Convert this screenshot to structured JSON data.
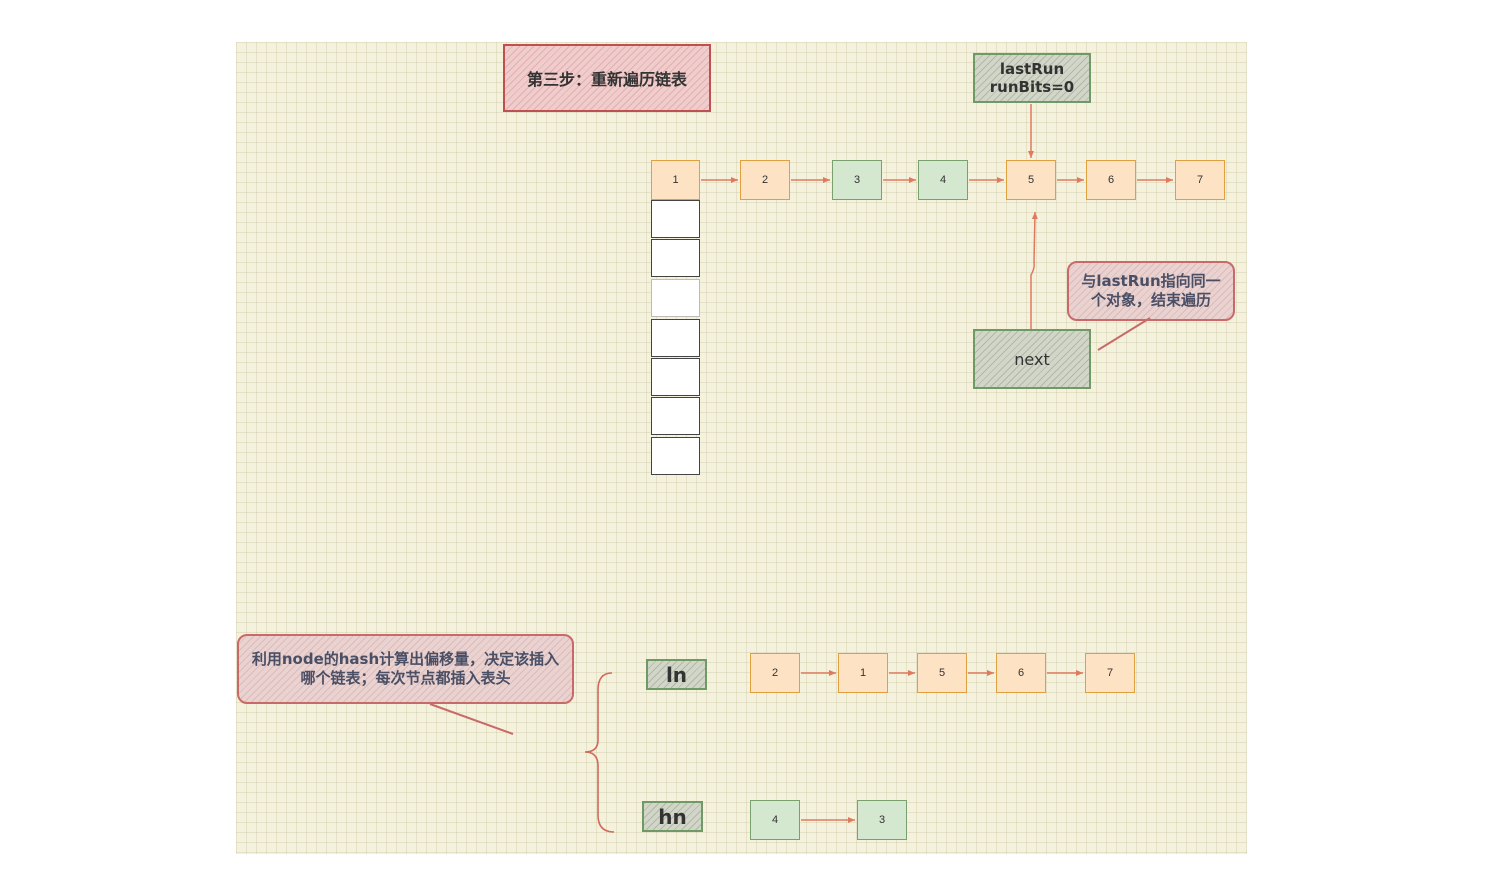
{
  "title": "第三步：重新遍历链表",
  "last_run_box": {
    "line1": "lastRun",
    "line2": "runBits=0"
  },
  "next_label": "next",
  "callout_last_run": "与lastRun指向同一个对象，结束遍历",
  "callout_hash": "利用node的hash计算出偏移量，决定该插入哪个链表；每次节点都插入表头",
  "head_node": "1",
  "chain_nodes": [
    {
      "label": "2",
      "color": "orange"
    },
    {
      "label": "3",
      "color": "green"
    },
    {
      "label": "4",
      "color": "green"
    },
    {
      "label": "5",
      "color": "orange"
    },
    {
      "label": "6",
      "color": "orange"
    },
    {
      "label": "7",
      "color": "orange"
    }
  ],
  "ln": {
    "label": "ln",
    "nodes": [
      "2",
      "1",
      "5",
      "6",
      "7"
    ]
  },
  "hn": {
    "label": "hn",
    "nodes": [
      "4",
      "3"
    ]
  },
  "colors": {
    "orange_fill": "#fde2c4",
    "green_fill": "#d4e8d0",
    "arrow": "#e07a5f",
    "callout_border": "#c96a6a"
  }
}
